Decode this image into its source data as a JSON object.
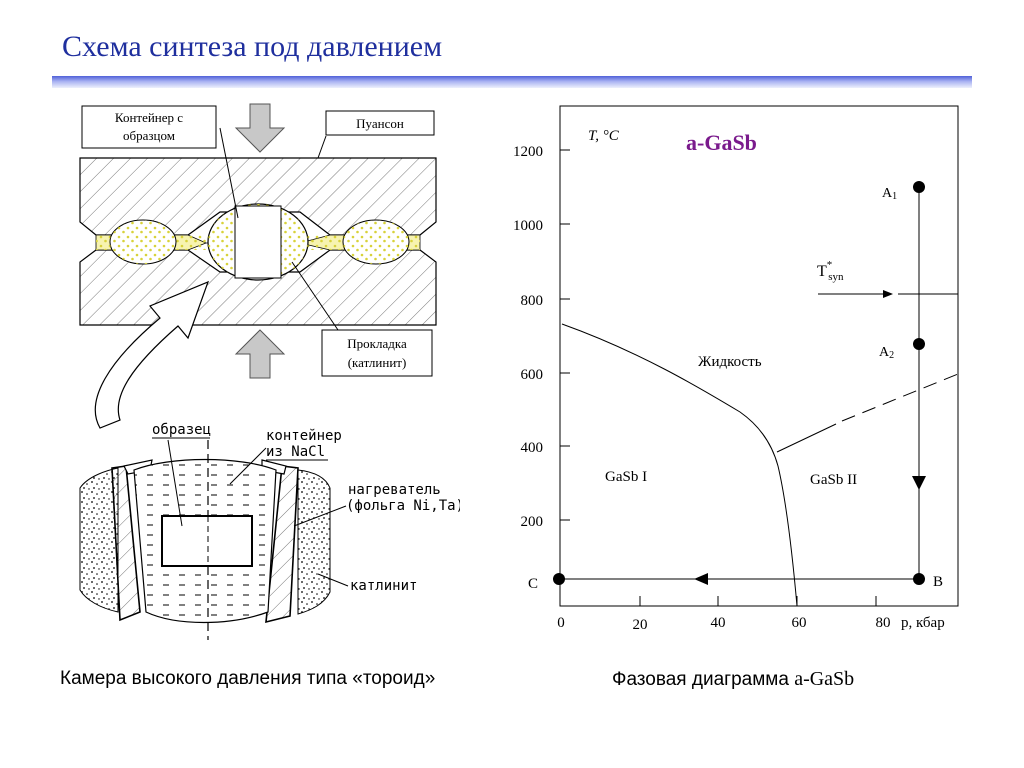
{
  "title": "Схема синтеза под давлением",
  "toroid": {
    "label_container": [
      "Контейнер с",
      "образцом"
    ],
    "label_punch": "Пуансон",
    "label_gasket": [
      "Прокладка",
      "(катлинит)"
    ]
  },
  "cell": {
    "label_sample": "образец",
    "label_container": [
      "контейнер",
      "из NaCl"
    ],
    "label_heater": [
      "нагреватель",
      "(фольга Ni,Ta)"
    ],
    "label_catlinite": "катлинит"
  },
  "phase": {
    "title": "a-GaSb",
    "y_axis_label": "T, °C",
    "x_axis_label": "p, кбар",
    "y_ticks": [
      "200",
      "400",
      "600",
      "800",
      "1000",
      "1200"
    ],
    "x_ticks": [
      "0",
      "20",
      "40",
      "60",
      "80"
    ],
    "region_liquid": "Жидкость",
    "region_gasb1": "GaSb I",
    "region_gasb2": "GaSb II",
    "point_a1": "A1",
    "point_a2": "A2",
    "point_b": "B",
    "point_c": "C",
    "tsyn_label": "T",
    "tsyn_sup": "*",
    "tsyn_sub": "syn",
    "accent_color": "#7a1a8c"
  },
  "caption_left": "Камера высокого давления типа «тороид»",
  "caption_right_prefix": "Фазовая диаграмма ",
  "caption_right_suffix": "a-GaSb"
}
